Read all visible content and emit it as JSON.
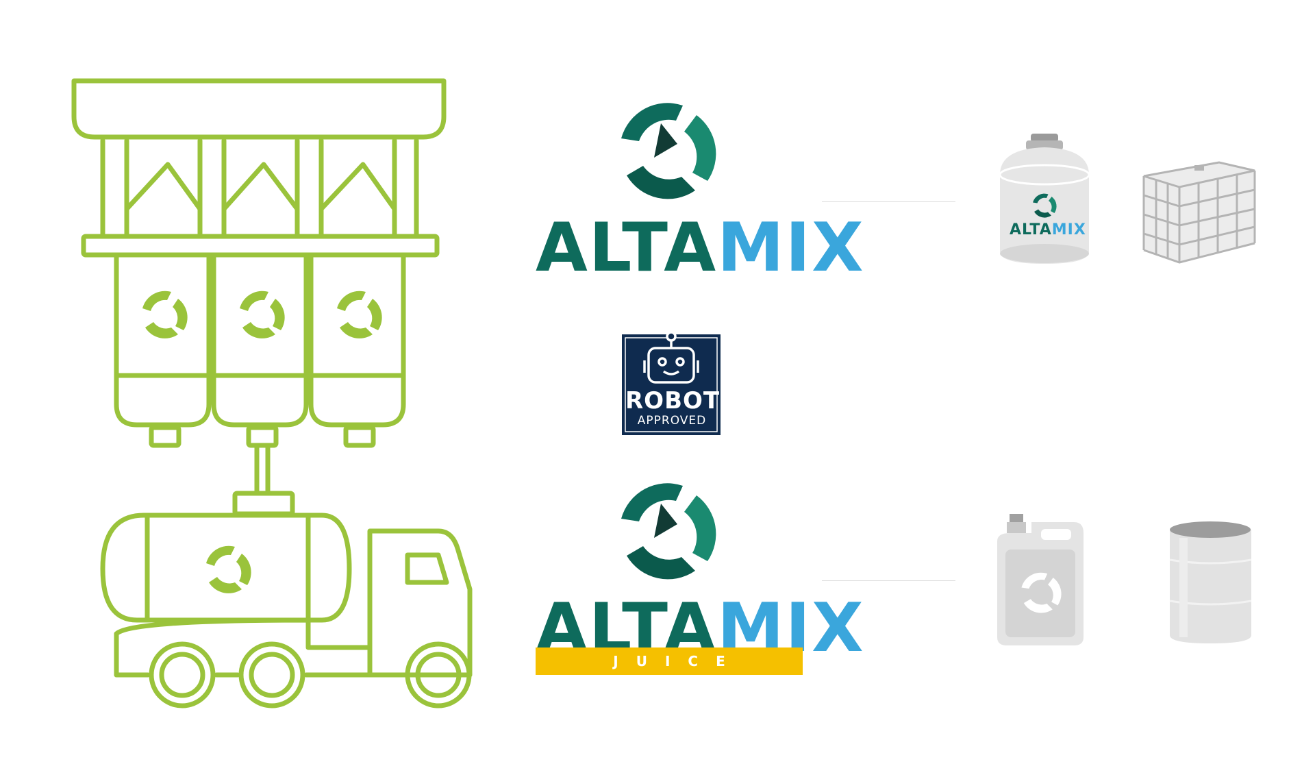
{
  "brand": {
    "dark_part": "ALTA",
    "light_part": "MIX",
    "colors": {
      "dark": "#0e6b5c",
      "light": "#3aa6dc"
    }
  },
  "product_juice": {
    "tag": "JUICE",
    "band_color": "#f5c000"
  },
  "robot_badge": {
    "word": "ROBOT",
    "sub": "APPROVED",
    "color": "#0f2b4f",
    "icon": "robot-face-icon"
  },
  "plant": {
    "line_color": "#9ac33b",
    "icons": [
      "hopper-icon",
      "silo-icon",
      "tanker-truck-icon"
    ]
  },
  "containers": {
    "bulk": {
      "items": [
        "storage-tank-icon",
        "ibc-tote-icon"
      ],
      "tank_label_dark": "ALTA",
      "tank_label_light": "MIX"
    },
    "small": {
      "items": [
        "jerrycan-icon",
        "metal-drum-icon"
      ]
    }
  }
}
